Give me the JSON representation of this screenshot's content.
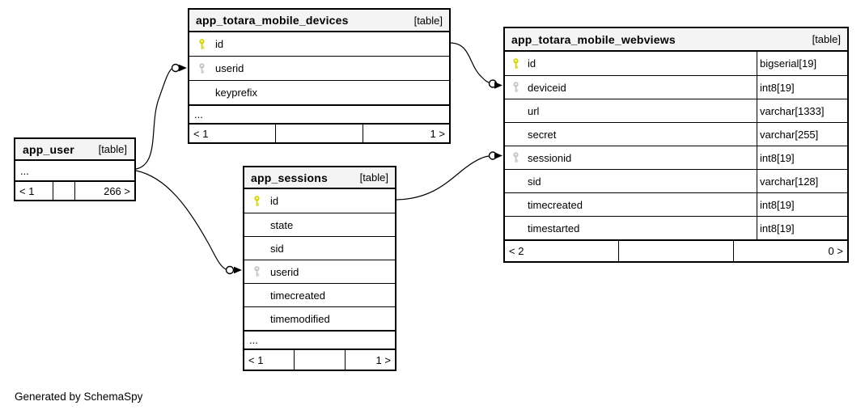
{
  "page": {
    "generator_note": "Generated by SchemaSpy"
  },
  "colors": {
    "header_bg": "#f4f4f4",
    "row_bg": "#ffffff",
    "border": "#000000",
    "primary_key_icon": "#d6d600",
    "foreign_key_icon": "#c6c6c6"
  },
  "tables": [
    {
      "title": "app_totara_mobile_devices",
      "tag": "[table]",
      "rows": [
        {
          "name": "id",
          "key": "primary"
        },
        {
          "name": "userid",
          "key": "foreign"
        },
        {
          "name": "keyprefix",
          "key": ""
        },
        {
          "name": "..."
        }
      ],
      "footer": {
        "left": "< 1",
        "right": "1 >"
      }
    },
    {
      "title": "app_totara_mobile_webviews",
      "tag": "[table]",
      "rows": [
        {
          "name": "id",
          "key": "primary",
          "type": "bigserial[19]"
        },
        {
          "name": "deviceid",
          "key": "foreign",
          "type": "int8[19]"
        },
        {
          "name": "url",
          "key": "",
          "type": "varchar[1333]"
        },
        {
          "name": "secret",
          "key": "",
          "type": "varchar[255]"
        },
        {
          "name": "sessionid",
          "key": "foreign",
          "type": "int8[19]"
        },
        {
          "name": "sid",
          "key": "",
          "type": "varchar[128]"
        },
        {
          "name": "timecreated",
          "key": "",
          "type": "int8[19]"
        },
        {
          "name": "timestarted",
          "key": "",
          "type": "int8[19]"
        }
      ],
      "footer": {
        "left": "< 2",
        "right": "0 >"
      }
    },
    {
      "title": "app_user",
      "tag": "[table]",
      "rows": [
        {
          "name": "..."
        }
      ],
      "footer": {
        "left": "< 1",
        "right": "266 >"
      }
    },
    {
      "title": "app_sessions",
      "tag": "[table]",
      "rows": [
        {
          "name": "id",
          "key": "primary"
        },
        {
          "name": "state",
          "key": ""
        },
        {
          "name": "sid",
          "key": ""
        },
        {
          "name": "userid",
          "key": "foreign"
        },
        {
          "name": "timecreated",
          "key": ""
        },
        {
          "name": "timemodified",
          "key": ""
        },
        {
          "name": "..."
        }
      ],
      "footer": {
        "left": "< 1",
        "right": "1 >"
      }
    }
  ]
}
